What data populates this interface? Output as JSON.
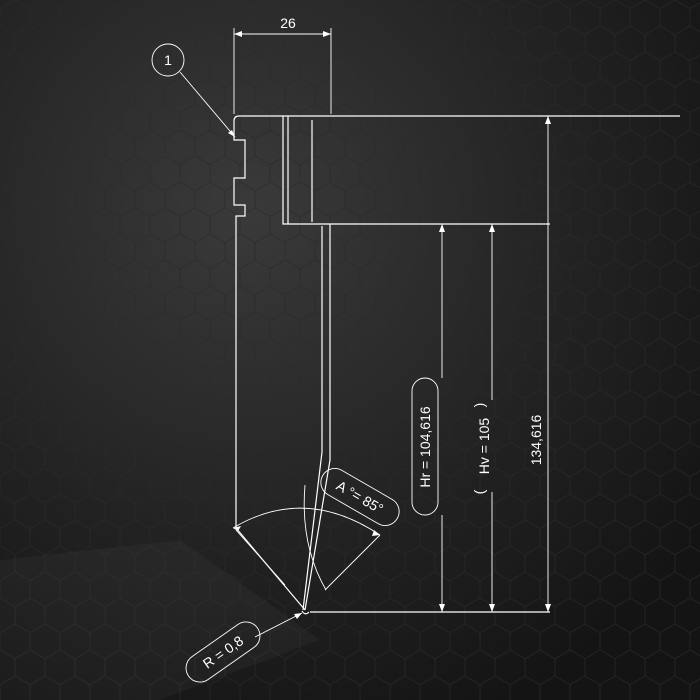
{
  "callout": {
    "number": "1"
  },
  "dimensions": {
    "width_top": "26",
    "total_height": "134,616",
    "hr": "Hr = 104,616",
    "hv": "Hv = 105",
    "hv_paren_open": "(",
    "hv_paren_close": ")",
    "angle": "A °= 85°",
    "radius": "R = 0,8"
  },
  "colors": {
    "background": "#1a1a1a",
    "line": "#ffffff"
  }
}
